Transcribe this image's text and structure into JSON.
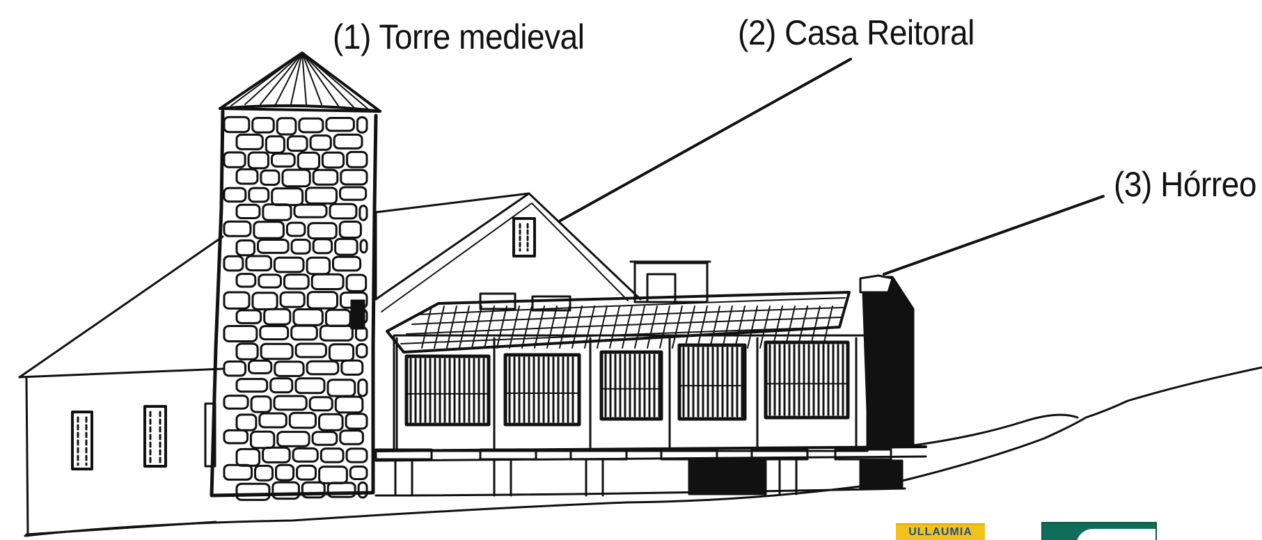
{
  "labels": {
    "torre": "(1) Torre medieval",
    "casa": "(2) Casa Reitoral",
    "horreo": "(3) Hórreo"
  },
  "logos": {
    "ullaumia": "ULLAUMIA"
  },
  "colors": {
    "ink": "#111111",
    "paper": "#ffffff",
    "logo_yellow": "#f2c21b",
    "logo_blue": "#1d4f8f",
    "logo_green": "#0f6e5a"
  }
}
